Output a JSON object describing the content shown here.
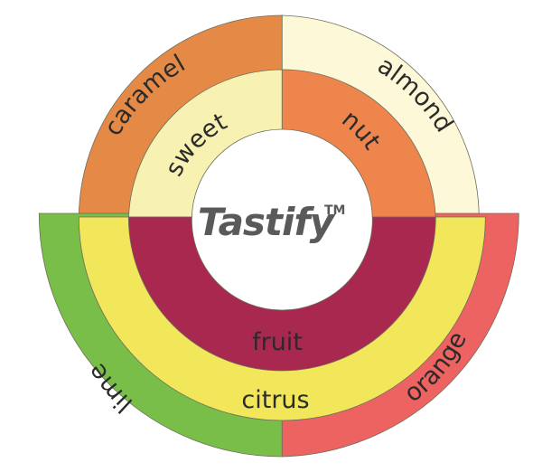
{
  "brand": {
    "name": "Tastify",
    "trademark": "TM"
  },
  "segments": [
    {
      "id": "fruit",
      "label": "fruit",
      "ring": "inner",
      "color": "#a8284f"
    },
    {
      "id": "sweet",
      "label": "sweet",
      "ring": "middle",
      "color": "#f8f2b2"
    },
    {
      "id": "nut",
      "label": "nut",
      "ring": "middle",
      "color": "#ee854c"
    },
    {
      "id": "citrus",
      "label": "citrus",
      "ring": "middle",
      "color": "#f2e65a"
    },
    {
      "id": "caramel",
      "label": "caramel",
      "ring": "outer",
      "color": "#e58946"
    },
    {
      "id": "almond",
      "label": "almond",
      "ring": "outer",
      "color": "#fcf8d8"
    },
    {
      "id": "lime",
      "label": "lime",
      "ring": "outer",
      "color": "#78be49"
    },
    {
      "id": "orange",
      "label": "orange",
      "ring": "outer",
      "color": "#ec6362"
    }
  ]
}
